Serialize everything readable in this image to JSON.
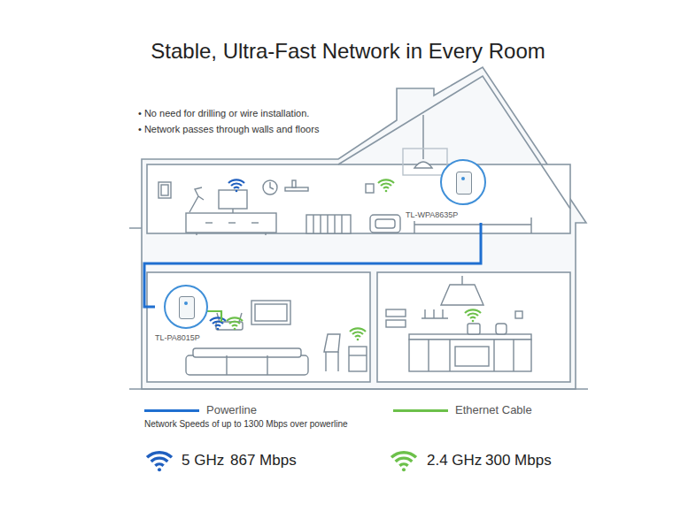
{
  "diagram": {
    "title": "Stable, Ultra-Fast Network in Every Room",
    "nodes": [
      {
        "text": [
          "TL-WPA8635P"
        ]
      },
      {
        "text": [
          "TL-PA8015P"
        ]
      }
    ],
    "edges": [
      {
        "from": 0,
        "to": 1,
        "arrow": "none"
      }
    ],
    "labels": [
      "• No need for drilling or wire installation.",
      "• Network passes through walls and floors",
      "Network Speeds of up to 1300 Mbps over powerline",
      "5 GHz",
      "867 Mbps",
      "2.4 GHz",
      "300 Mbps"
    ],
    "legend": [
      {
        "text": "Powerline"
      },
      {
        "text": "Ethernet Cable"
      }
    ]
  }
}
